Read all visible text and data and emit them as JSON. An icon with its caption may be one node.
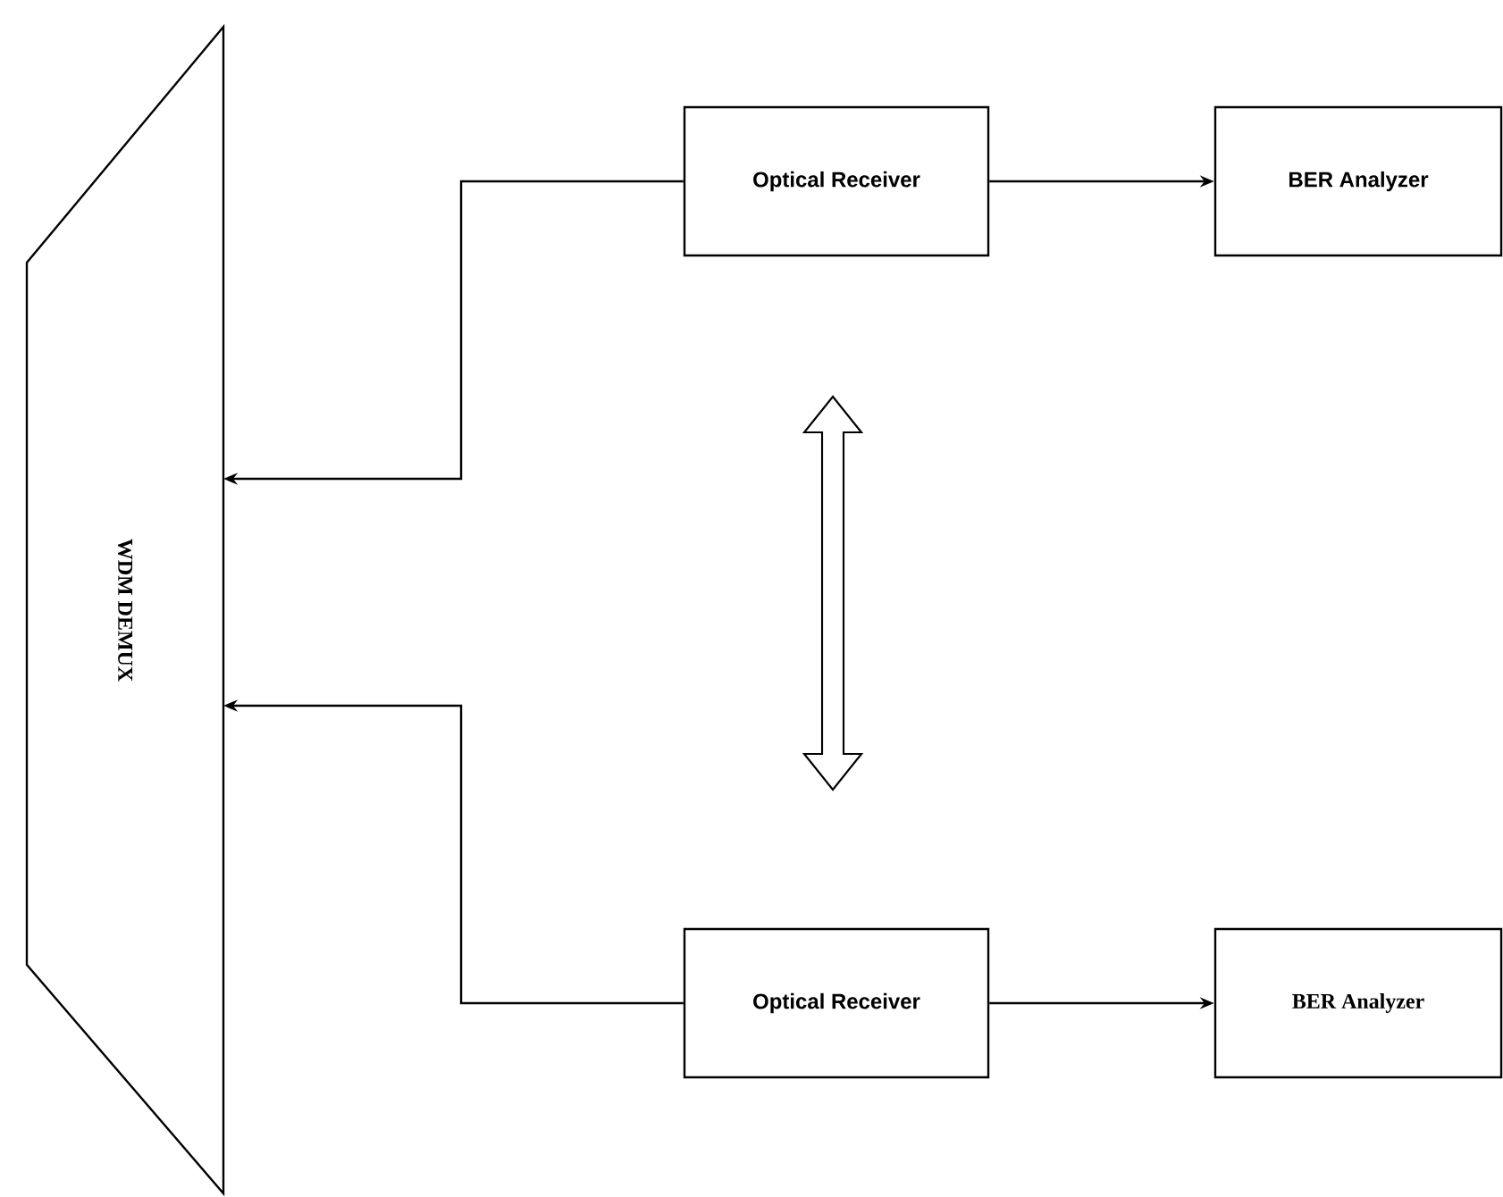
{
  "diagram": {
    "nodes": [
      {
        "text": [
          "WDM DEMUX"
        ]
      },
      {
        "text": [
          "Optical Receiver"
        ]
      },
      {
        "text": [
          "BER Analyzer"
        ]
      },
      {
        "text": [
          "Optical Receiver"
        ]
      },
      {
        "text": [
          "BER Analyzer"
        ]
      }
    ],
    "edges": [
      {
        "from": 1,
        "to": 0,
        "arrow": "to"
      },
      {
        "from": 1,
        "to": 2,
        "arrow": "to"
      },
      {
        "from": 3,
        "to": 0,
        "arrow": "to"
      },
      {
        "from": 3,
        "to": 4,
        "arrow": "to"
      }
    ]
  }
}
